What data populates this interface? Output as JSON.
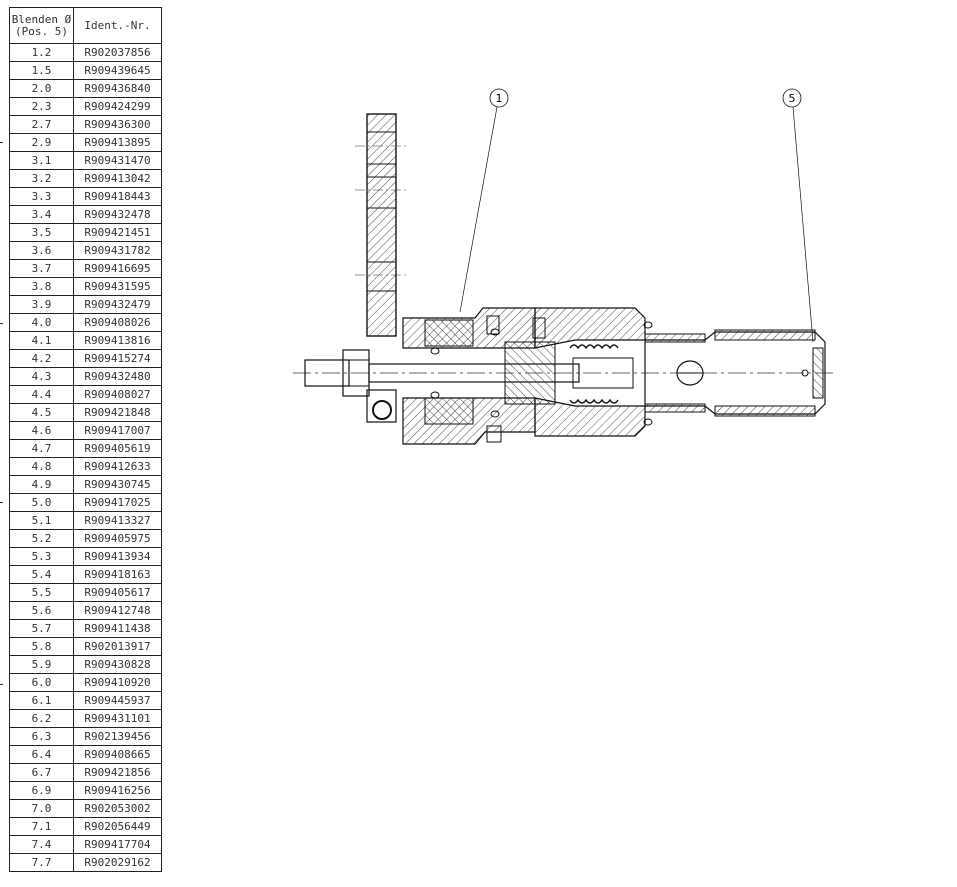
{
  "table": {
    "header": {
      "col1_line1": "Blenden Ø",
      "col1_line2": "(Pos. 5)",
      "col2": "Ident.-Nr."
    },
    "rows": [
      [
        "1.2",
        "R902037856"
      ],
      [
        "1.5",
        "R909439645"
      ],
      [
        "2.0",
        "R909436840"
      ],
      [
        "2.3",
        "R909424299"
      ],
      [
        "2.7",
        "R909436300"
      ],
      [
        "2.9",
        "R909413895"
      ],
      [
        "3.1",
        "R909431470"
      ],
      [
        "3.2",
        "R909413042"
      ],
      [
        "3.3",
        "R909418443"
      ],
      [
        "3.4",
        "R909432478"
      ],
      [
        "3.5",
        "R909421451"
      ],
      [
        "3.6",
        "R909431782"
      ],
      [
        "3.7",
        "R909416695"
      ],
      [
        "3.8",
        "R909431595"
      ],
      [
        "3.9",
        "R909432479"
      ],
      [
        "4.0",
        "R909408026"
      ],
      [
        "4.1",
        "R909413816"
      ],
      [
        "4.2",
        "R909415274"
      ],
      [
        "4.3",
        "R909432480"
      ],
      [
        "4.4",
        "R909408027"
      ],
      [
        "4.5",
        "R909421848"
      ],
      [
        "4.6",
        "R909417007"
      ],
      [
        "4.7",
        "R909405619"
      ],
      [
        "4.8",
        "R909412633"
      ],
      [
        "4.9",
        "R909430745"
      ],
      [
        "5.0",
        "R909417025"
      ],
      [
        "5.1",
        "R909413327"
      ],
      [
        "5.2",
        "R909405975"
      ],
      [
        "5.3",
        "R909413934"
      ],
      [
        "5.4",
        "R909418163"
      ],
      [
        "5.5",
        "R909405617"
      ],
      [
        "5.6",
        "R909412748"
      ],
      [
        "5.7",
        "R909411438"
      ],
      [
        "5.8",
        "R902013917"
      ],
      [
        "5.9",
        "R909430828"
      ],
      [
        "6.0",
        "R909410920"
      ],
      [
        "6.1",
        "R909445937"
      ],
      [
        "6.2",
        "R909431101"
      ],
      [
        "6.3",
        "R902139456"
      ],
      [
        "6.4",
        "R909408665"
      ],
      [
        "6.7",
        "R909421856"
      ],
      [
        "6.9",
        "R909416256"
      ],
      [
        "7.0",
        "R902053002"
      ],
      [
        "7.1",
        "R902056449"
      ],
      [
        "7.4",
        "R909417704"
      ],
      [
        "7.7",
        "R902029162"
      ]
    ]
  },
  "drawing": {
    "balloons": [
      {
        "label": "1"
      },
      {
        "label": "5"
      }
    ]
  }
}
